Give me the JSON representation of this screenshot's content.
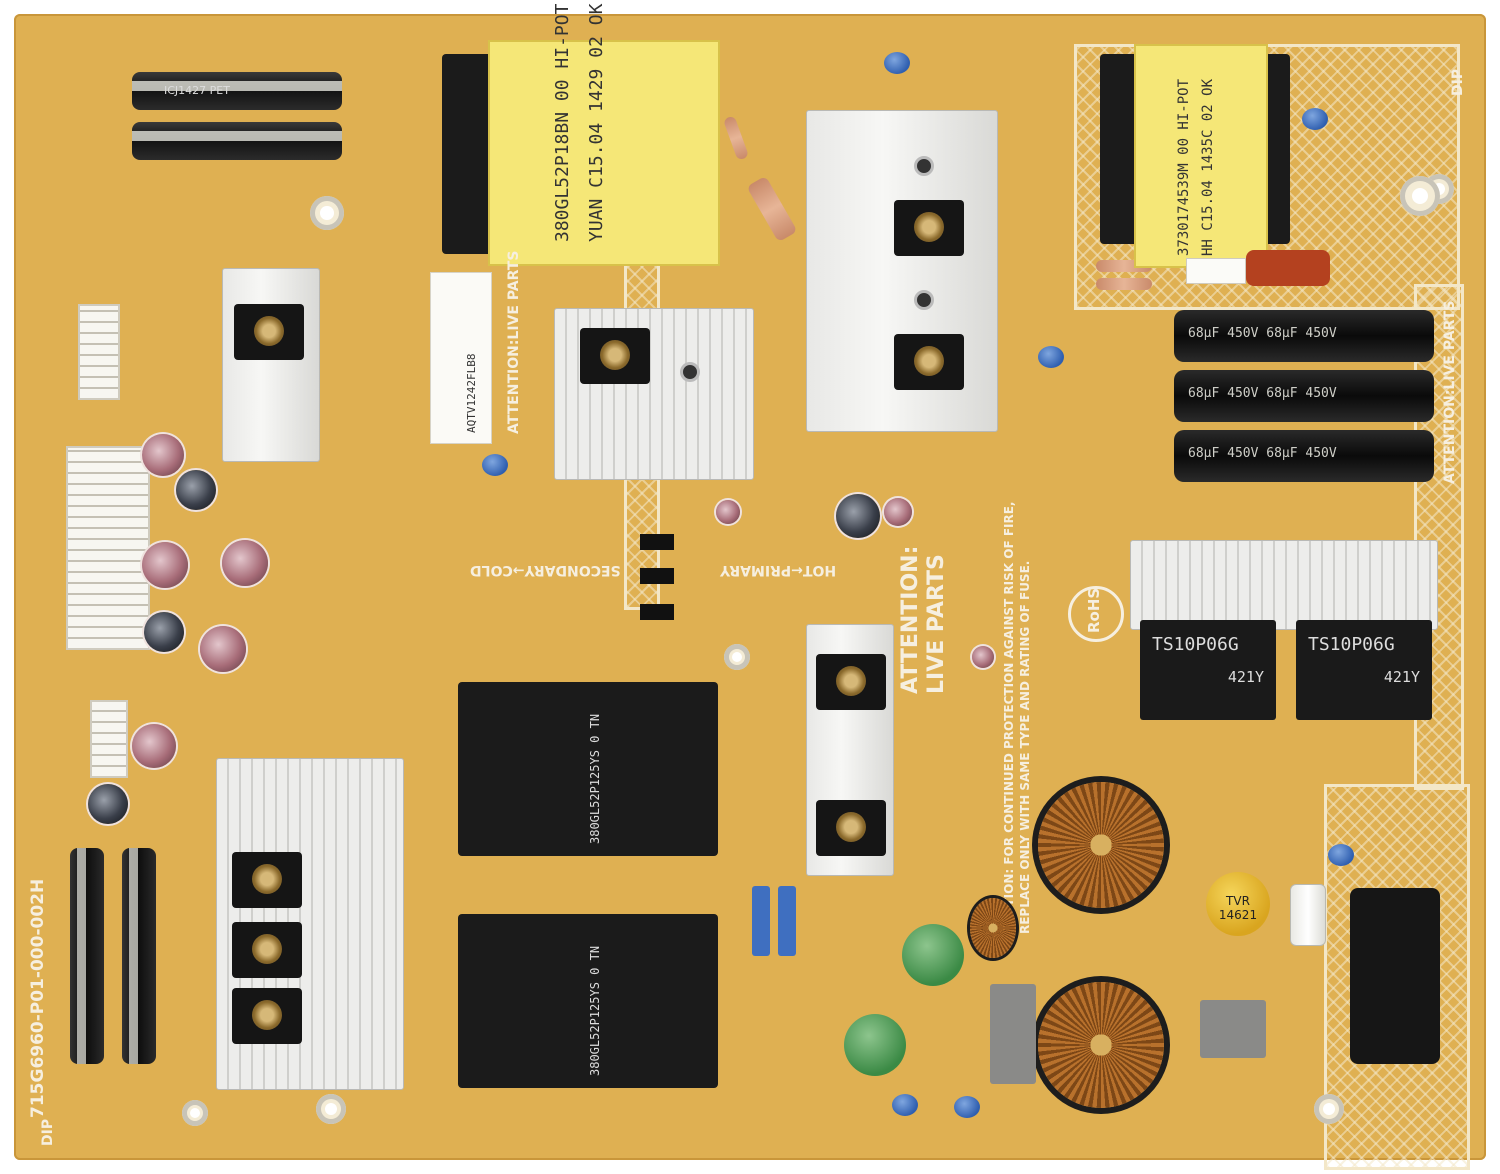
{
  "board": {
    "part_number": "715G6960-P01-000-002H",
    "attention_live_parts": "ATTENTION:LIVE PARTS",
    "attention_big": "ATTENTION:",
    "live_parts": "LIVE PARTS",
    "primary": "HOT←PRIMARY",
    "secondary": "SECONDARY→COLD",
    "rohs": "RoHS",
    "dip_left": "DIP",
    "dip_right": "DIP",
    "caution_line1": "CAUTION: FOR CONTINUED PROTECTION AGAINST RISK OF FIRE,",
    "caution_line2": "REPLACE ONLY WITH SAME TYPE AND RATING OF FUSE."
  },
  "components": {
    "main_transformer_text": [
      "380GL52P18BN  00  HI-POT",
      "YUAN C15.04 1429 02 OK"
    ],
    "standby_transformer_text": [
      "3730174539M  00  HI-POT",
      "HH C15.04 1435C 02 OK"
    ],
    "lower_transformer_1": "380GL52P125YS 0 TN",
    "lower_transformer_2": "380GL52P125YS 0 TN",
    "bulk_cap_label": "68µF 450V 68µF 450V",
    "bridge_1": "TS10P06G",
    "bridge_2": "TS10P06G",
    "bridge_code_1": "421Y",
    "bridge_code_2": "421Y",
    "varistor": "TVR 14621",
    "cap_marking": "ICJ1427 PET",
    "barcode_label": "AQTV1242FLB8"
  }
}
